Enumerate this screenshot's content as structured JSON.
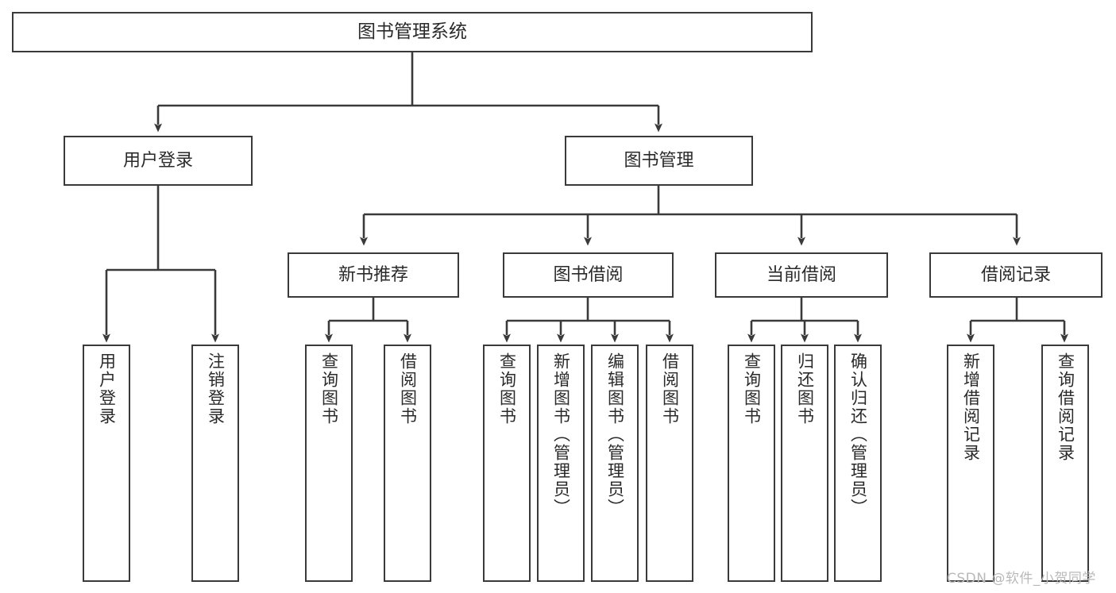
{
  "diagram": {
    "title": "图书管理系统",
    "type": "hierarchy-tree",
    "root": {
      "label": "图书管理系统"
    },
    "level1": [
      {
        "label": "用户登录"
      },
      {
        "label": "图书管理"
      }
    ],
    "level2": [
      {
        "label": "新书推荐"
      },
      {
        "label": "图书借阅"
      },
      {
        "label": "当前借阅"
      },
      {
        "label": "借阅记录"
      }
    ],
    "leaves": {
      "user_login": [
        {
          "label": "用户登录"
        },
        {
          "label": "注销登录"
        }
      ],
      "new_book_recommend": [
        {
          "label": "查询图书"
        },
        {
          "label": "借阅图书"
        }
      ],
      "book_borrow": [
        {
          "label": "查询图书"
        },
        {
          "label": "新增图书（管理员）"
        },
        {
          "label": "编辑图书（管理员）"
        },
        {
          "label": "借阅图书"
        }
      ],
      "current_borrow": [
        {
          "label": "查询图书"
        },
        {
          "label": "归还图书"
        },
        {
          "label": "确认归还（管理员）"
        }
      ],
      "borrow_record": [
        {
          "label": "新增借阅记录"
        },
        {
          "label": "查询借阅记录"
        }
      ]
    },
    "watermark": "CSDN @软件_小贺同学",
    "colors": {
      "stroke": "#3a3a3a",
      "fill": "#ffffff",
      "text": "#2a2a2a",
      "watermark": "#b9b9b9"
    }
  }
}
